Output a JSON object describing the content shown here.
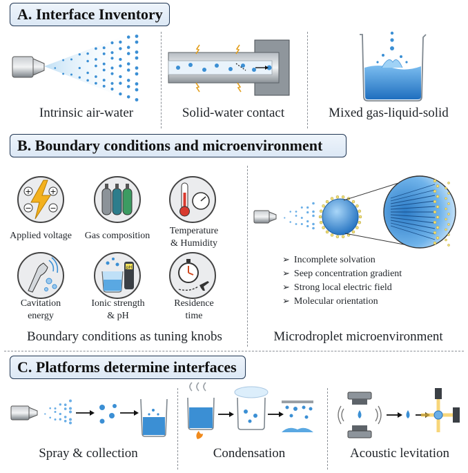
{
  "section_a": {
    "title": "A. Interface Inventory",
    "captions": [
      "Intrinsic air-water",
      "Solid-water contact",
      "Mixed gas-liquid-solid"
    ]
  },
  "section_b": {
    "title": "B. Boundary conditions and microenvironment",
    "knobs": [
      {
        "label": "Applied voltage",
        "icon": "lightning-electrode-icon"
      },
      {
        "label": "Gas composition",
        "icon": "gas-cylinders-icon"
      },
      {
        "label": "Temperature\n& Humidity",
        "icon": "thermometer-gauge-icon"
      },
      {
        "label": "Cavitation\nenergy",
        "icon": "ultrasound-probe-icon"
      },
      {
        "label": "Ionic strength\n& pH",
        "icon": "ph-meter-icon"
      },
      {
        "label": "Residence\ntime",
        "icon": "stopwatch-plane-icon"
      }
    ],
    "knobs_caption": "Boundary conditions as tuning knobs",
    "micro_bullets": [
      "Incomplete solvation",
      "Seep concentration gradient",
      "Strong local electric field",
      "Molecular orientation"
    ],
    "micro_caption": "Microdroplet microenvironment"
  },
  "section_c": {
    "title": "C. Platforms determine interfaces",
    "captions": [
      "Spray & collection",
      "Condensation",
      "Acoustic levitation"
    ]
  },
  "colors": {
    "water": "#3b8fd4",
    "water_light": "#9cc9ee",
    "metal": "#8d949b",
    "header_border": "#1f3552",
    "header_fill": "#e3edf8"
  }
}
